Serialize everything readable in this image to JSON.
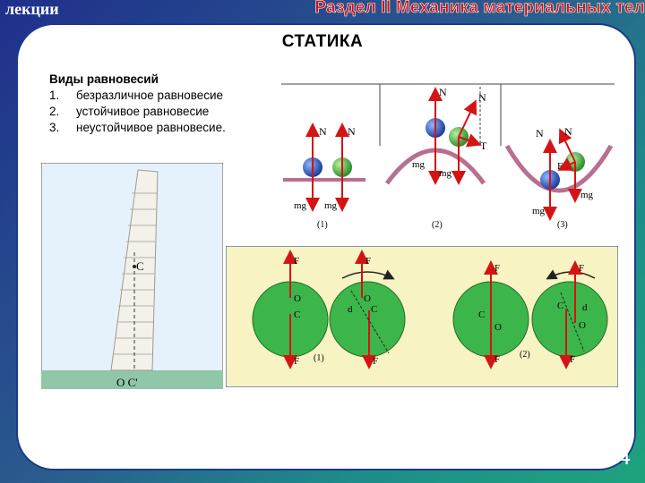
{
  "header": {
    "left_label": "лекции",
    "right_title": "Раздел II Механика материальных тел"
  },
  "slide": {
    "title": "СТАТИКА",
    "list_heading": "Виды равновесий",
    "items": [
      {
        "num": "1.",
        "text": "безразличное равновесие"
      },
      {
        "num": "2.",
        "text": "устойчивое равновесие"
      },
      {
        "num": "3.",
        "text": "неустойчивое равновесие."
      }
    ],
    "page_number": "4"
  },
  "equilibrium_figure": {
    "labels": {
      "N": "N",
      "mg": "mg",
      "T": "T",
      "F": "F",
      "case1": "(1)",
      "case2": "(2)",
      "case3": "(3)"
    }
  },
  "tower_figure": {
    "labels": {
      "C": "C",
      "bottom": "O C'"
    }
  },
  "circle_figure": {
    "labels": {
      "Fy": "F",
      "Ft": "F",
      "O": "O",
      "C": "C",
      "d": "d",
      "case1": "(1)",
      "case2": "(2)"
    }
  },
  "colors": {
    "background_top": "#1f2f8c",
    "background_bottom": "#1ea37c",
    "header_red": "#d40c0c",
    "arrow_red": "#d41414",
    "circle_green": "#3cb64a",
    "panel_yellow": "#f7f3c2",
    "tower_sky": "#e6f2fb"
  }
}
